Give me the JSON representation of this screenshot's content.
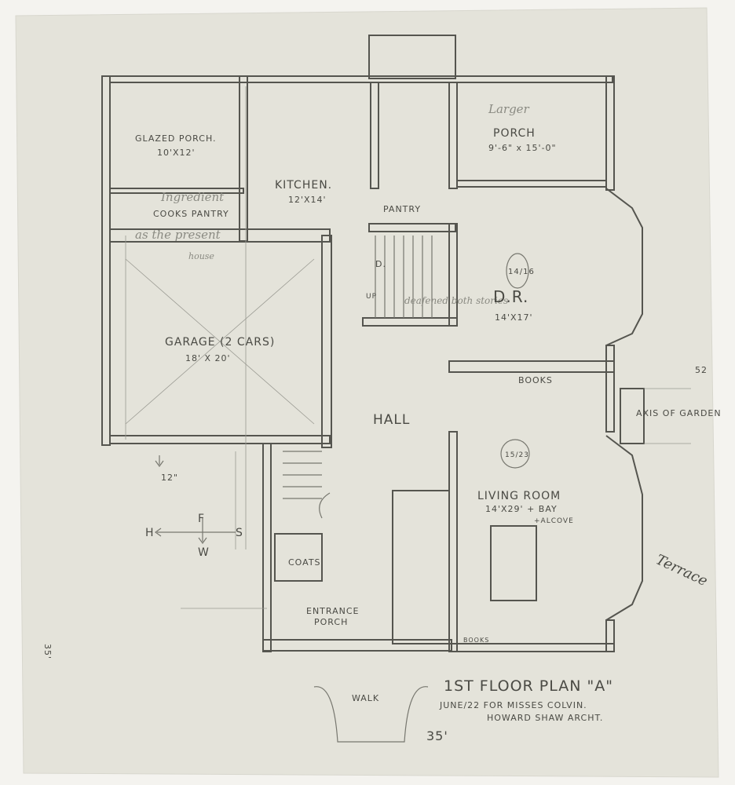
{
  "drawing": {
    "title": "1ST FLOOR PLAN \"A\"",
    "date_client": "JUNE/22  FOR MISSES COLVIN.",
    "architect": "HOWARD SHAW ARCHT.",
    "width_dim": "35'",
    "depth_dim": "35'",
    "right_dim": "52",
    "setback": "12\""
  },
  "rooms": {
    "larger_porch": {
      "note": "Larger",
      "name": "PORCH",
      "size": "9'-6\" x 15'-0\""
    },
    "glazed_porch": {
      "name": "GLAZED PORCH.",
      "size": "10'X12'"
    },
    "kitchen": {
      "name": "KITCHEN.",
      "size": "12'X14'"
    },
    "cooks_pantry": {
      "note": "Ingredient",
      "name": "COOKS PANTRY",
      "note2": "as the present",
      "note3": "house"
    },
    "pantry": {
      "name": "PANTRY"
    },
    "stairs": {
      "down": "D.",
      "up": "UP",
      "note": "deafened both stories"
    },
    "dining": {
      "name": "D.R.",
      "size": "14'X17'",
      "circle": "14/16"
    },
    "garage": {
      "name": "GARAGE (2 CARS)",
      "size": "18' X 20'"
    },
    "hall": {
      "name": "HALL"
    },
    "books_dr": "BOOKS",
    "axis": "AXIS OF GARDEN",
    "living": {
      "name": "LIVING ROOM",
      "size": "14'X29' + BAY",
      "extra": "+ALCOVE",
      "circle": "15/23",
      "books": "BOOKS"
    },
    "terrace": "Terrace",
    "coats": "COATS",
    "entrance": {
      "line1": "ENTRANCE",
      "line2": "PORCH"
    },
    "walk": "WALK"
  },
  "compass": {
    "n": "F",
    "w": "H",
    "s": "W",
    "e": "S"
  }
}
